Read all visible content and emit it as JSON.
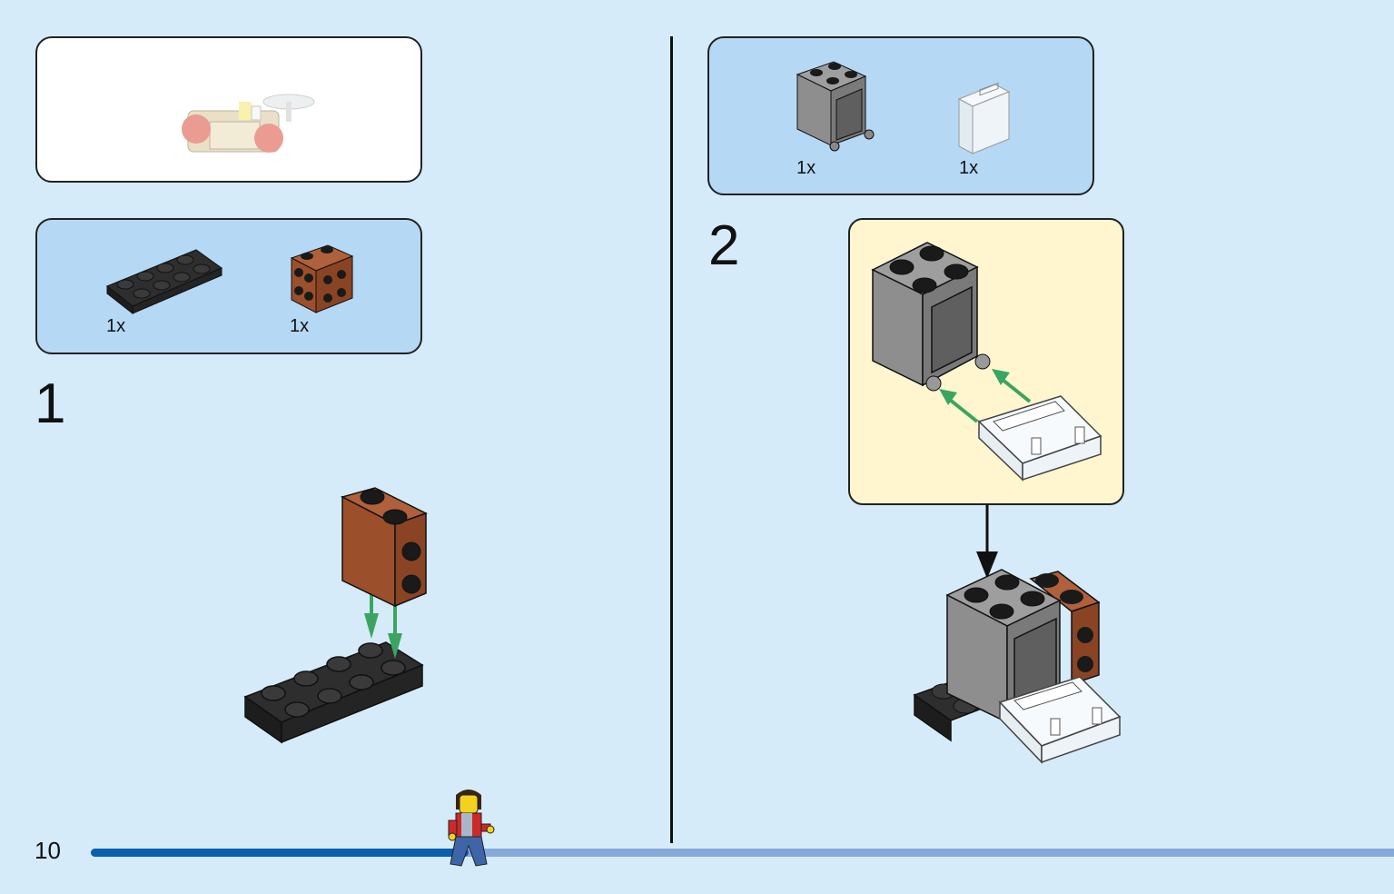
{
  "page": {
    "number": "10",
    "progress": 0.29
  },
  "left": {
    "step": {
      "number": "1",
      "parts": [
        {
          "name": "black-plate-2x4",
          "qty": "1x",
          "color": "#2a2a2a"
        },
        {
          "name": "brown-brick-studs-side",
          "qty": "1x",
          "color": "#9c4f2b"
        }
      ]
    }
  },
  "right": {
    "step": {
      "number": "2",
      "parts": [
        {
          "name": "gray-cabinet-2x2",
          "qty": "1x",
          "color": "#8e8e8e"
        },
        {
          "name": "clear-cabinet-door",
          "qty": "1x",
          "color": "#e9f2f7"
        }
      ]
    }
  },
  "colors": {
    "background": "#d6ebf9",
    "parts_panel": "#b5d8f5",
    "callout_panel": "#fff6cf",
    "arrow_green": "#3aa560",
    "progress_done": "#0a5fae",
    "progress_track": "#86a9dc"
  }
}
